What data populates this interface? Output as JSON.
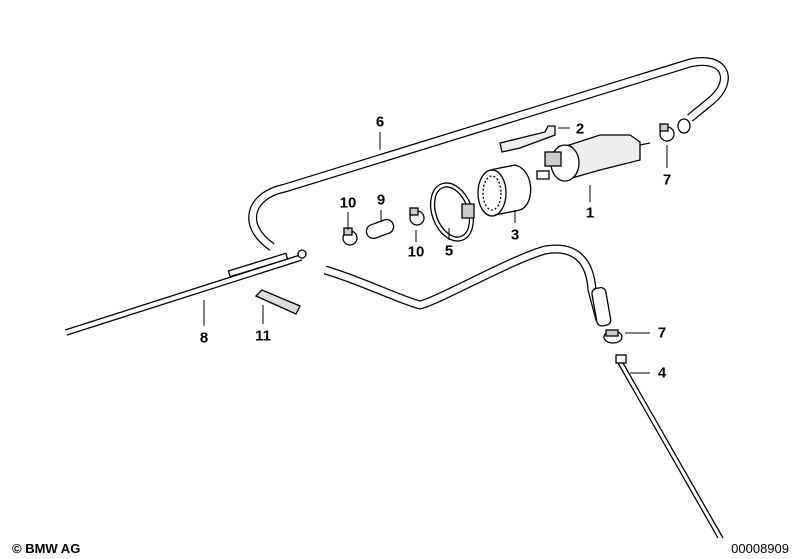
{
  "diagram": {
    "callouts": [
      {
        "id": "c6",
        "label": "6"
      },
      {
        "id": "c2",
        "label": "2"
      },
      {
        "id": "c7a",
        "label": "7"
      },
      {
        "id": "c1",
        "label": "1"
      },
      {
        "id": "c10a",
        "label": "10"
      },
      {
        "id": "c9",
        "label": "9"
      },
      {
        "id": "c10b",
        "label": "10"
      },
      {
        "id": "c5",
        "label": "5"
      },
      {
        "id": "c3",
        "label": "3"
      },
      {
        "id": "c8",
        "label": "8"
      },
      {
        "id": "c11",
        "label": "11"
      },
      {
        "id": "c7b",
        "label": "7"
      },
      {
        "id": "c4",
        "label": "4"
      }
    ]
  },
  "footer": {
    "copyright": "© BMW AG",
    "image_number": "00008909"
  }
}
